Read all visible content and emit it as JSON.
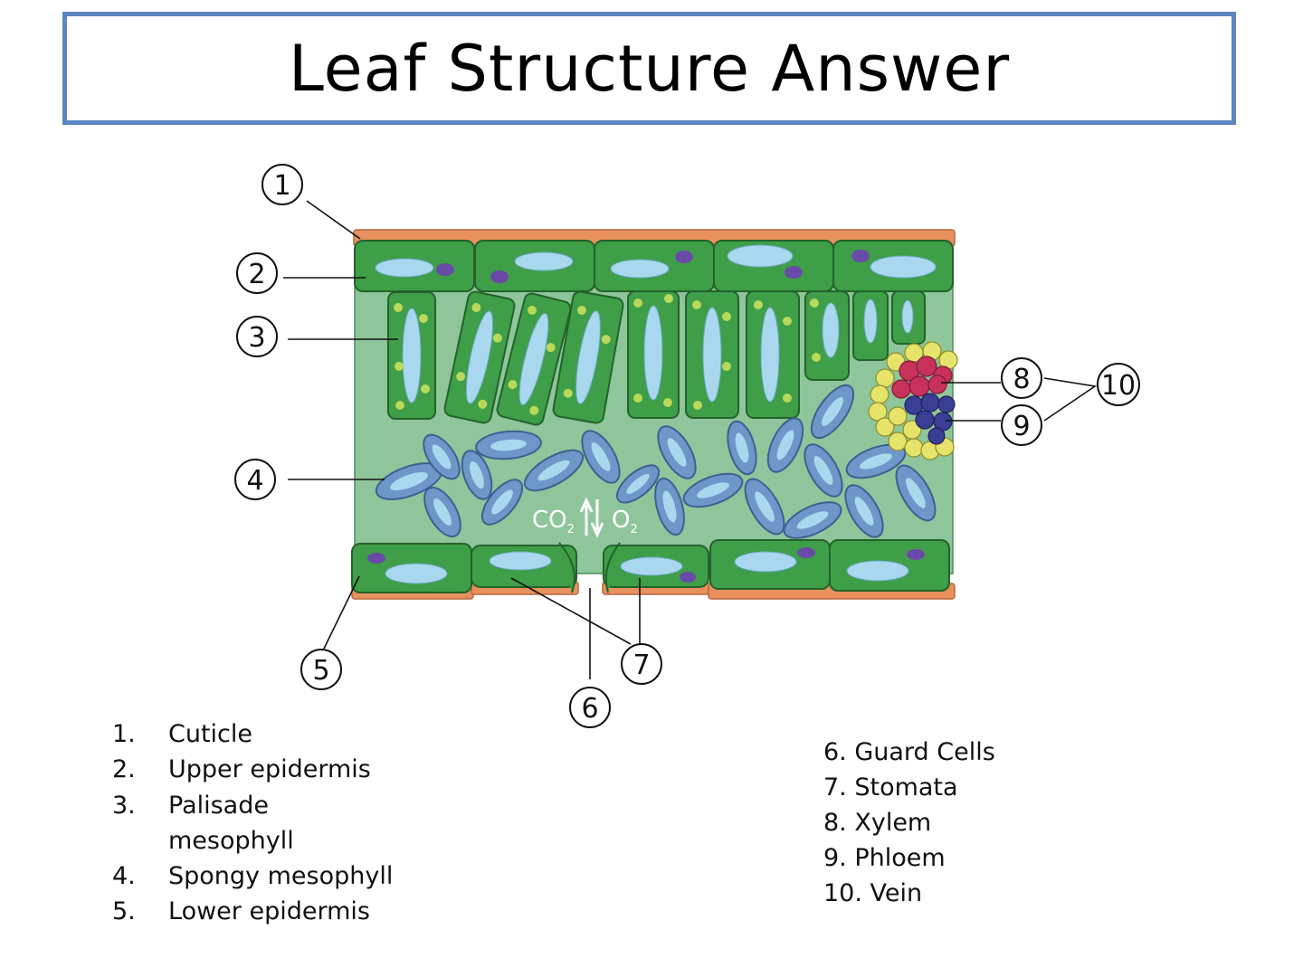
{
  "title": "Leaf Structure Answer",
  "colors": {
    "title_border": "#5b86c0",
    "cuticle": "#e8915f",
    "epidermis_cell": "#3f9e48",
    "mesophyll_background": "#8fc59a",
    "chloroplast": "#b8d95a",
    "vacuole": "#a9d8ee",
    "nucleus": "#6a4aa8",
    "spongy_cell": "#6d97c9",
    "xylem": "#c8315a",
    "phloem": "#3a3f95",
    "vein_sheath": "#e6e36a"
  },
  "gas_labels": {
    "co2": "CO",
    "o2": "O",
    "sub": "2"
  },
  "callouts": [
    "1",
    "2",
    "3",
    "4",
    "5",
    "6",
    "7",
    "8",
    "9",
    "10"
  ],
  "legend_left": [
    {
      "num": "1.",
      "text": "Cuticle"
    },
    {
      "num": "2.",
      "text": "Upper epidermis"
    },
    {
      "num": "3.",
      "text": "Palisade mesophyll"
    },
    {
      "num": "4.",
      "text": "Spongy mesophyll"
    },
    {
      "num": "5.",
      "text": "Lower epidermis"
    }
  ],
  "legend_right": [
    "6.  Guard Cells",
    "7.  Stomata",
    "8.  Xylem",
    "9. Phloem",
    "10. Vein"
  ]
}
